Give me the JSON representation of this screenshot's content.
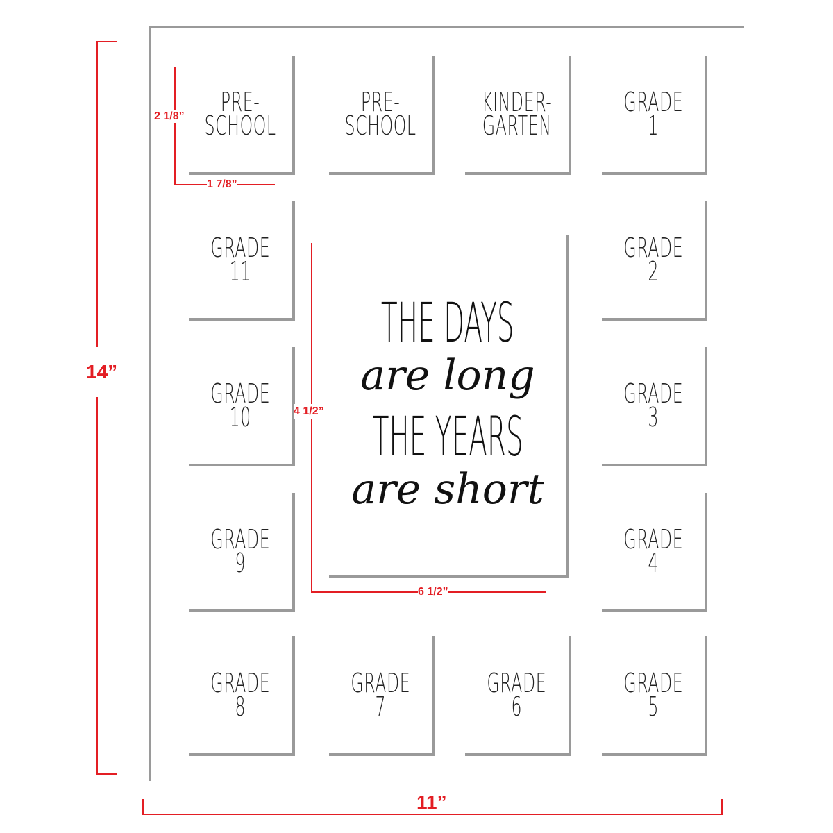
{
  "colors": {
    "frame": "#9a9a9a",
    "dimension": "#e31e24",
    "text": "#222222"
  },
  "openings": [
    {
      "id": "preschool-1",
      "lines": [
        "PRE-",
        "SCHOOL"
      ]
    },
    {
      "id": "preschool-2",
      "lines": [
        "PRE-",
        "SCHOOL"
      ]
    },
    {
      "id": "kindergarten",
      "lines": [
        "KINDER-",
        "GARTEN"
      ]
    },
    {
      "id": "grade-1",
      "lines": [
        "GRADE",
        "1"
      ]
    },
    {
      "id": "grade-11",
      "lines": [
        "GRADE",
        "11"
      ]
    },
    {
      "id": "grade-2",
      "lines": [
        "GRADE",
        "2"
      ]
    },
    {
      "id": "grade-10",
      "lines": [
        "GRADE",
        "10"
      ]
    },
    {
      "id": "grade-3",
      "lines": [
        "GRADE",
        "3"
      ]
    },
    {
      "id": "grade-9",
      "lines": [
        "GRADE",
        "9"
      ]
    },
    {
      "id": "grade-4",
      "lines": [
        "GRADE",
        "4"
      ]
    },
    {
      "id": "grade-8",
      "lines": [
        "GRADE",
        "8"
      ]
    },
    {
      "id": "grade-7",
      "lines": [
        "GRADE",
        "7"
      ]
    },
    {
      "id": "grade-6",
      "lines": [
        "GRADE",
        "6"
      ]
    },
    {
      "id": "grade-5",
      "lines": [
        "GRADE",
        "5"
      ]
    }
  ],
  "quote": {
    "line1": "THE DAYS",
    "line2": "are long",
    "line3": "THE YEARS",
    "line4": "are short"
  },
  "dimensions": {
    "height": "14”",
    "width": "11”",
    "small_height": "2 1/8”",
    "small_width": "1 7/8”",
    "center_height": "4 1/2”",
    "center_width": "6 1/2”"
  }
}
